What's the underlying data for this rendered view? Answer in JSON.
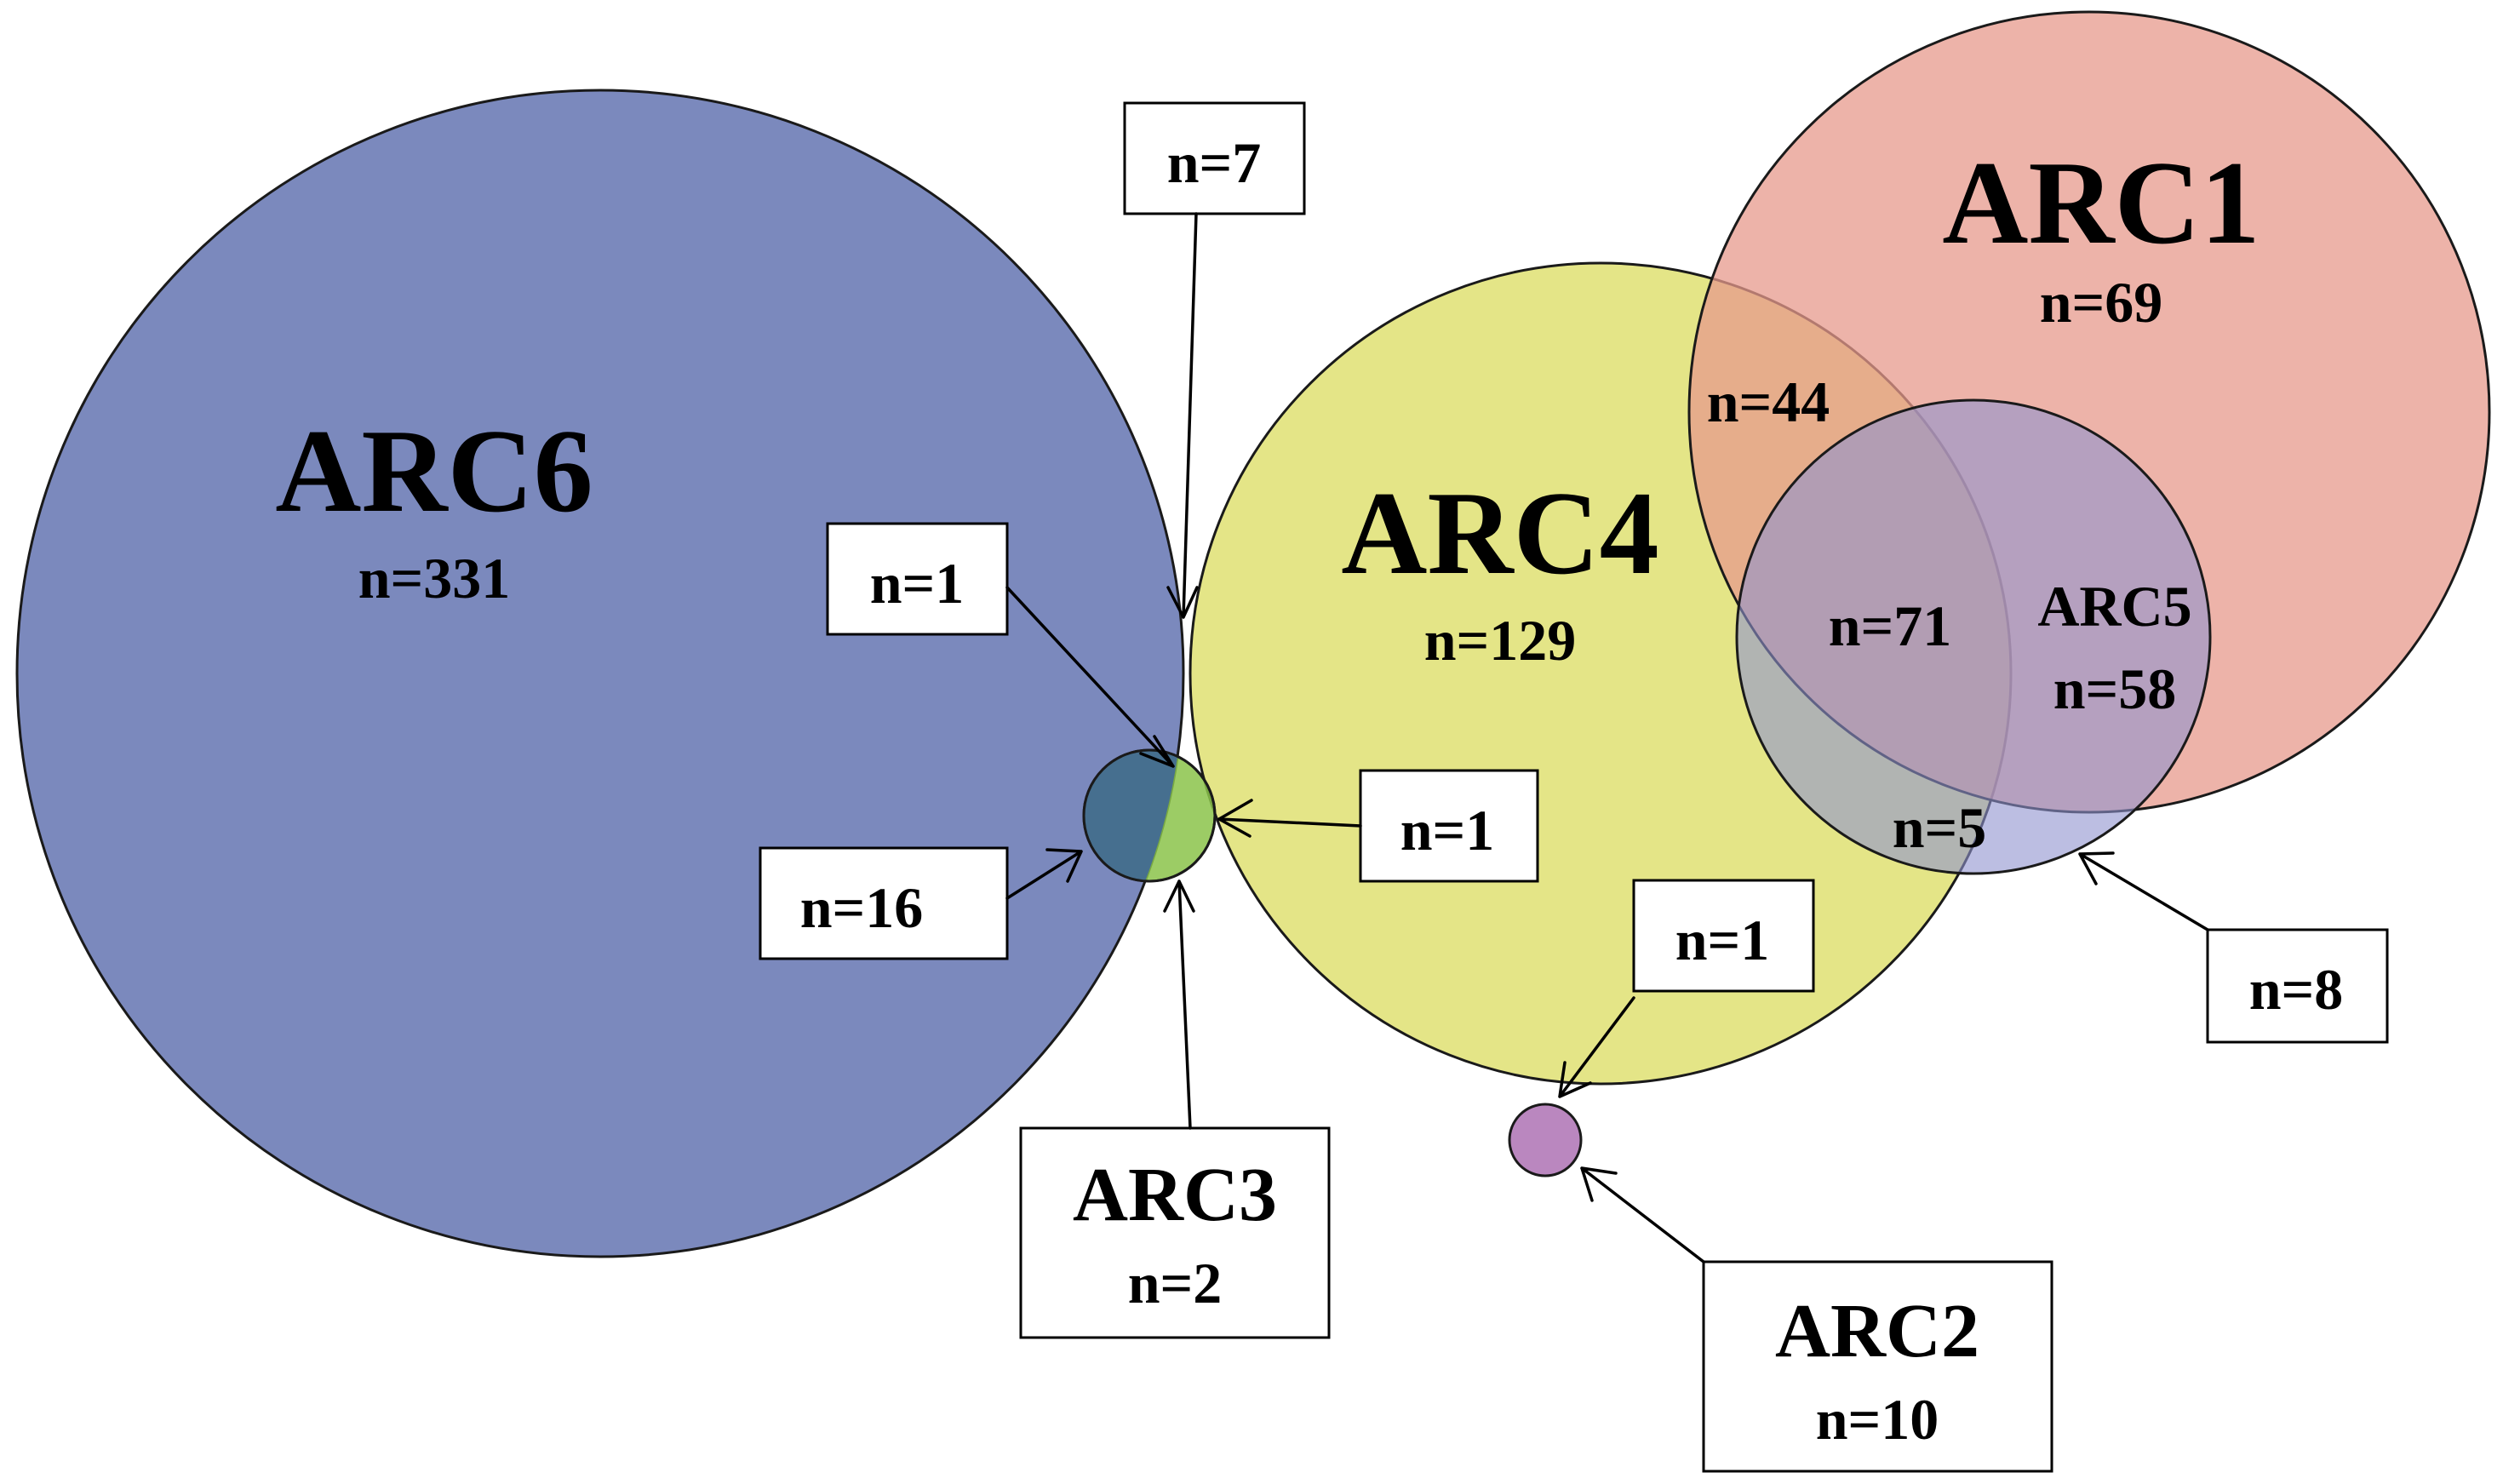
{
  "colors": {
    "arc6": "#7b89bd",
    "arc4": "#dfe072",
    "arc1": "#e79a8c",
    "arc5": "#8f93cf",
    "arc3": "#8bc34a",
    "arc2": "#b27ab8",
    "arc6_arc4_overlap": "#75a0ac",
    "arc6_arc3_overlap": "#466f8f"
  },
  "sets": {
    "arc6": {
      "name": "ARC6",
      "count": "n=331"
    },
    "arc4": {
      "name": "ARC4",
      "count": "n=129"
    },
    "arc1": {
      "name": "ARC1",
      "count": "n=69"
    },
    "arc5": {
      "name": "ARC5",
      "count": "n=58"
    },
    "arc3": {
      "name": "ARC3",
      "count": "n=2"
    },
    "arc2": {
      "name": "ARC2",
      "count": "n=10"
    }
  },
  "regions": {
    "arc1_arc4": "n=44",
    "arc1_arc4_arc5": "n=71",
    "arc4_arc5": "n=5"
  },
  "callouts": {
    "arc6_arc4": "n=7",
    "arc6_arc4_arc3": "n=1",
    "arc6_arc3": "n=16",
    "arc4_arc3": "n=1",
    "arc4_arc2": "n=1",
    "arc5_only_edge": "n=8"
  }
}
